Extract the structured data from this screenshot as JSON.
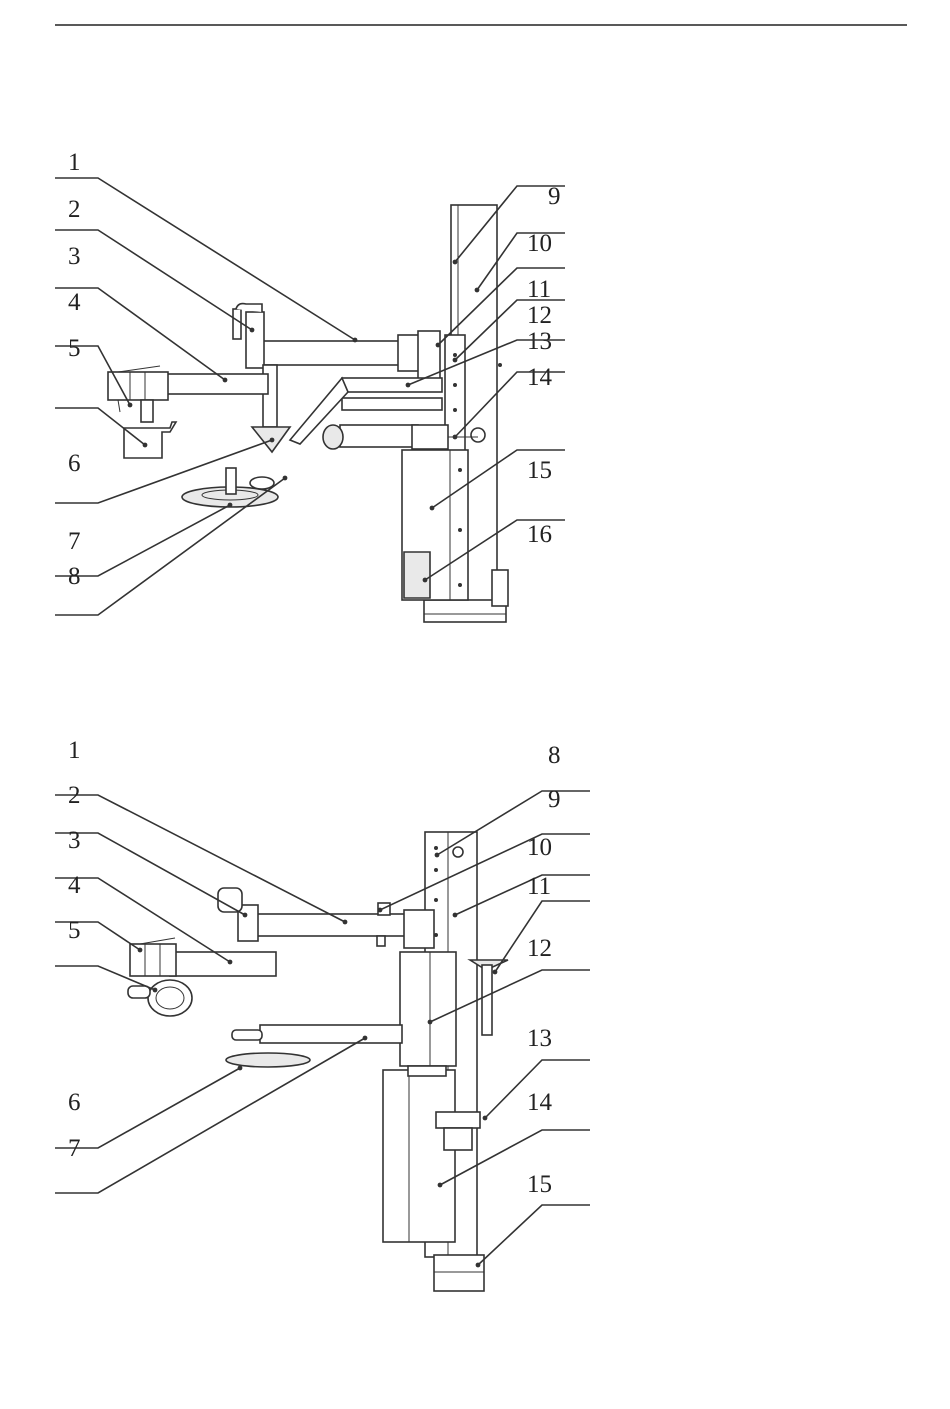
{
  "figures": [
    {
      "id": "top-assembly",
      "left_callouts": [
        "1",
        "2",
        "3",
        "4",
        "5",
        "6",
        "7",
        "8"
      ],
      "right_callouts": [
        "9",
        "10",
        "11",
        "12",
        "13",
        "14",
        "15",
        "16"
      ]
    },
    {
      "id": "bottom-assembly",
      "left_callouts": [
        "1",
        "2",
        "3",
        "4",
        "5",
        "6",
        "7"
      ],
      "right_callouts": [
        "8",
        "9",
        "10",
        "11",
        "12",
        "13",
        "14",
        "15"
      ]
    }
  ],
  "colors": {
    "line": "#333333",
    "fill": "#ffffff",
    "shade": "#e9e9e9"
  }
}
